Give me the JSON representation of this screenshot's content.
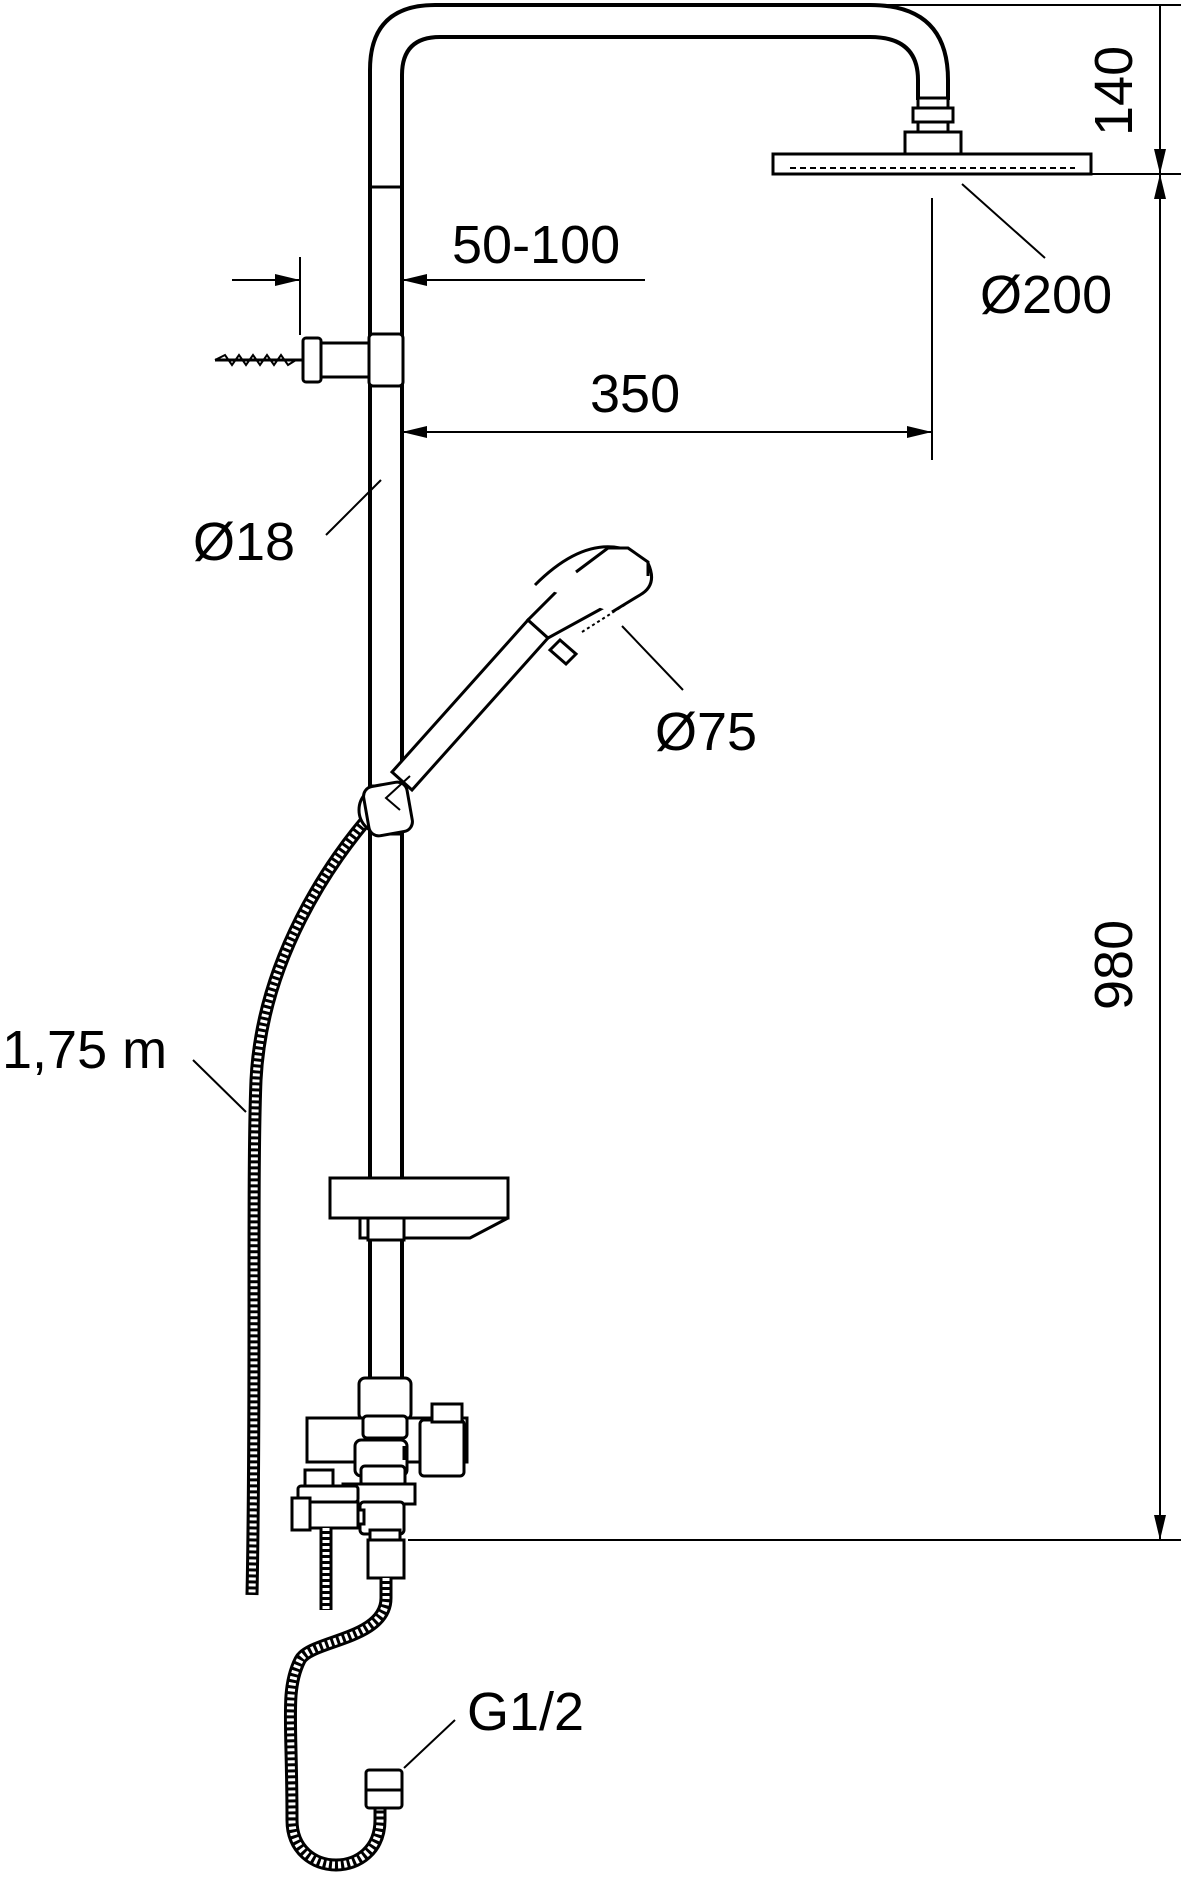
{
  "dimensions": {
    "wall_distance": "50-100",
    "head_height": "140",
    "head_diameter": "Ø200",
    "arm_reach": "350",
    "rail_diameter": "Ø18",
    "hand_shower_diameter": "Ø75",
    "hose_length": "1,75 m",
    "total_height": "980",
    "inlet_thread": "G1/2"
  }
}
